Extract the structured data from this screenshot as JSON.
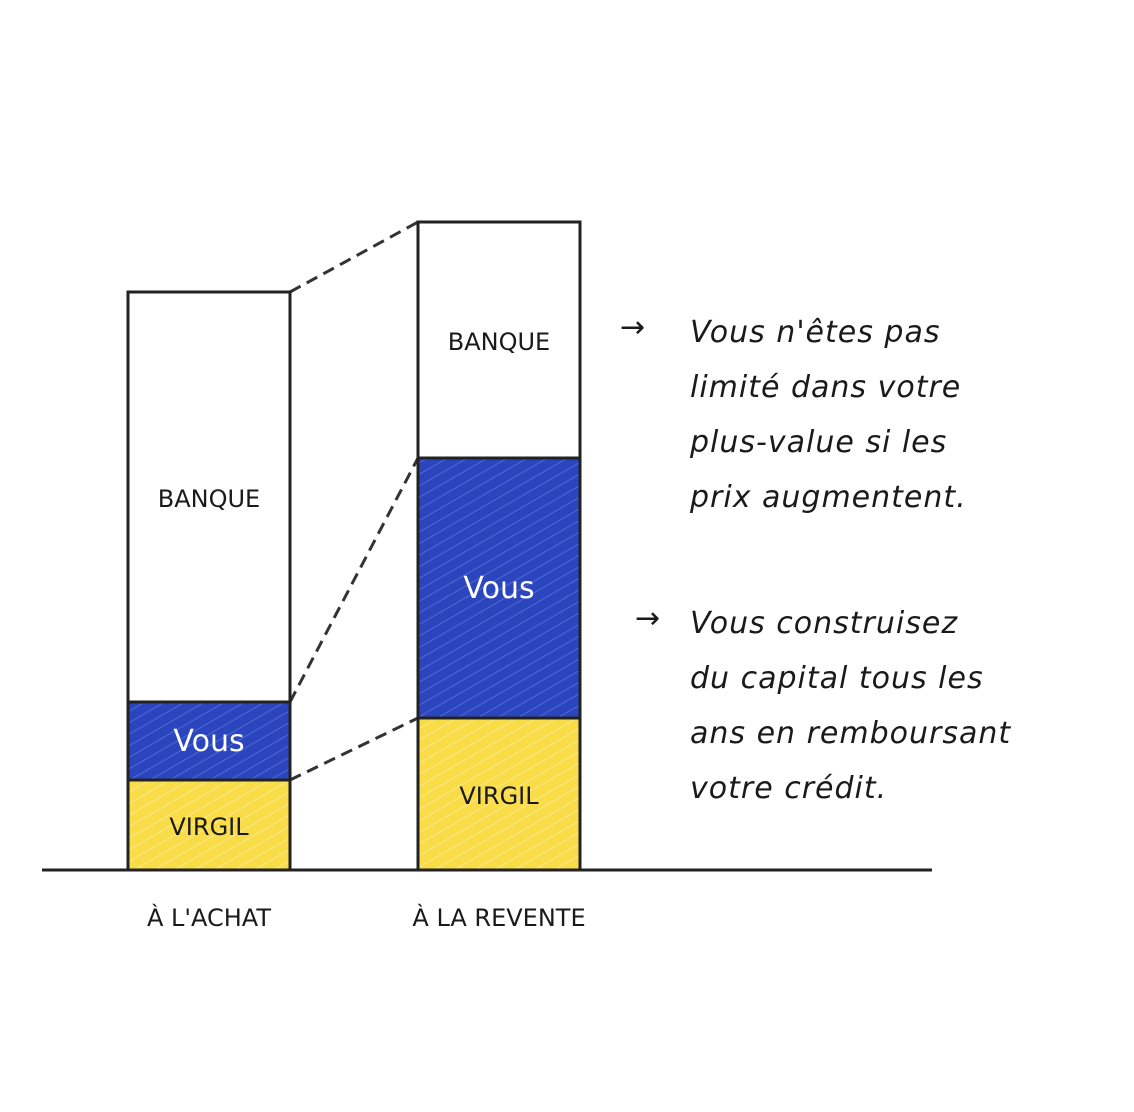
{
  "chart_data": {
    "type": "bar",
    "stacked": true,
    "categories": [
      "À L'ACHAT",
      "À LA REVENTE"
    ],
    "series": [
      {
        "name": "VIRGIL",
        "values": [
          90,
          152
        ],
        "color": "#f8dc48"
      },
      {
        "name": "VOUS",
        "values": [
          78,
          260
        ],
        "color": "#2b45bf"
      },
      {
        "name": "BANQUE",
        "values": [
          410,
          236
        ],
        "color": "#ffffff"
      }
    ],
    "title": "",
    "xlabel": "",
    "ylabel": "",
    "grid": false,
    "legend": "none"
  },
  "segment_labels": {
    "banque": "BANQUE",
    "vous": "Vous",
    "virgil": "VIRGIL"
  },
  "annotations": [
    {
      "arrow": "→",
      "lines": [
        "Vous n'êtes pas",
        "limité dans votre",
        "plus-value si  les",
        "prix augmentent."
      ]
    },
    {
      "arrow": "→",
      "lines": [
        "Vous construisez",
        "du capital tous les",
        "ans en remboursant",
        "votre crédit."
      ]
    }
  ]
}
